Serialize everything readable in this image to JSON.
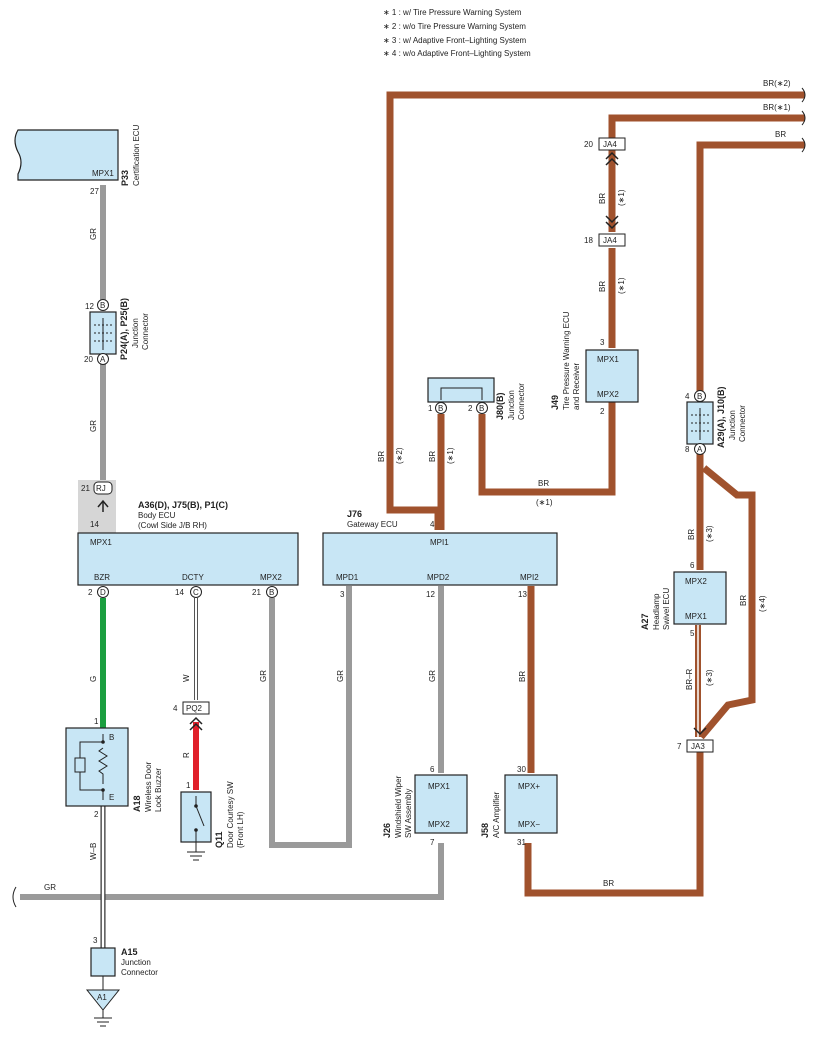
{
  "notes": [
    "∗ 1 : w/ Tire Pressure Warning System",
    "∗ 2 : w/o Tire Pressure Warning System",
    "∗ 3 : w/ Adaptive Front–Lighting System",
    "∗ 4 : w/o Adaptive Front–Lighting System"
  ],
  "edge_labels": {
    "br2": "BR(∗2)",
    "br1": "BR(∗1)",
    "br": "BR"
  },
  "components": {
    "p33": {
      "code": "P33",
      "name": "Certification ECU",
      "pin_name": "MPX1",
      "pin": "27"
    },
    "p24": {
      "code": "P24(A), P25(B)",
      "name1": "Junction",
      "name2": "Connector",
      "pin_b": "12",
      "b": "B",
      "pin_a": "20",
      "a": "A"
    },
    "body": {
      "code": "A36(D), J75(B), P1(C)",
      "name1": "Body ECU",
      "name2": "(Cowl Side J/B RH)",
      "mpx1": "MPX1",
      "bzr": "BZR",
      "dcty": "DCTY",
      "mpx2": "MPX2",
      "rj": "RJ",
      "pin21": "21",
      "pin14": "14",
      "pin_d": "2",
      "d": "D",
      "pin_c": "14",
      "c": "C",
      "pin_b": "21",
      "b": "B"
    },
    "gateway": {
      "code": "J76",
      "name": "Gateway ECU",
      "mpi1": "MPI1",
      "mpd1": "MPD1",
      "mpd2": "MPD2",
      "mpi2": "MPI2",
      "pin4": "4",
      "pin3": "3",
      "pin12": "12",
      "pin13": "13"
    },
    "j80": {
      "code": "J80(B)",
      "name1": "Junction",
      "name2": "Connector",
      "pin1": "1",
      "pin2": "2",
      "b": "B"
    },
    "j49": {
      "code": "J49",
      "name1": "Tire Pressure Warning ECU",
      "name2": "and Receiver",
      "mpx1": "MPX1",
      "mpx2": "MPX2",
      "pin3": "3",
      "pin2": "2"
    },
    "ja4": {
      "label": "JA4",
      "pin20": "20",
      "pin18": "18"
    },
    "a29": {
      "code": "A29(A), J10(B)",
      "name1": "Junction",
      "name2": "Connector",
      "pin4": "4",
      "b": "B",
      "pin8": "8",
      "a": "A"
    },
    "a27": {
      "code": "A27",
      "name1": "Headlamp",
      "name2": "Swivel ECU",
      "mpx2": "MPX2",
      "mpx1": "MPX1",
      "pin6": "6",
      "pin5": "5"
    },
    "ja3": {
      "label": "JA3",
      "pin7": "7"
    },
    "j26": {
      "code": "J26",
      "name1": "Windshield Wiper",
      "name2": "SW Assembly",
      "mpx1": "MPX1",
      "mpx2": "MPX2",
      "pin6": "6",
      "pin7": "7"
    },
    "j58": {
      "code": "J58",
      "name": "A/C Amplifier",
      "mpxp": "MPX+",
      "mpxm": "MPX−",
      "pin30": "30",
      "pin31": "31"
    },
    "a18": {
      "code": "A18",
      "name1": "Wireless Door",
      "name2": "Lock Buzzer",
      "b": "B",
      "e": "E",
      "pin1": "1",
      "pin2": "2"
    },
    "pq2": {
      "label": "PQ2",
      "pin4": "4"
    },
    "q11": {
      "code": "Q11",
      "name1": "Door Courtesy SW",
      "name2": "(Front LH)",
      "pin1": "1"
    },
    "a15": {
      "code": "A15",
      "name1": "Junction",
      "name2": "Connector",
      "pin3": "3"
    },
    "a1": {
      "label": "A1"
    }
  },
  "wires": {
    "gr_p33": "GR",
    "gr_rj": "GR",
    "g_bzr": "G",
    "w_dcty": "W",
    "r_q11": "R",
    "wb_a18": "W–B",
    "gr_mpx2": "GR",
    "gr_mpd1": "GR",
    "gr_mpd2": "GR",
    "gr_bottom": "GR",
    "br_mpi2": "BR",
    "br_j58_bottom": "BR",
    "br_left_vert": "BR",
    "br_left_note": "(∗2)",
    "br_j80": "BR",
    "br_j80_note": "(∗1)",
    "br_j49": "BR",
    "br_j49_note": "(∗1)",
    "br_ja4_a": "BR",
    "br_ja4_a_note": "(∗1)",
    "br_ja4_b": "BR",
    "br_ja4_b_note": "(∗1)",
    "br_a27": "BR",
    "br_a27_note": "(∗3)",
    "brr_a27": "BR–R",
    "brr_a27_note": "(∗3)",
    "br_right": "BR",
    "br_right_note": "(∗4)"
  }
}
